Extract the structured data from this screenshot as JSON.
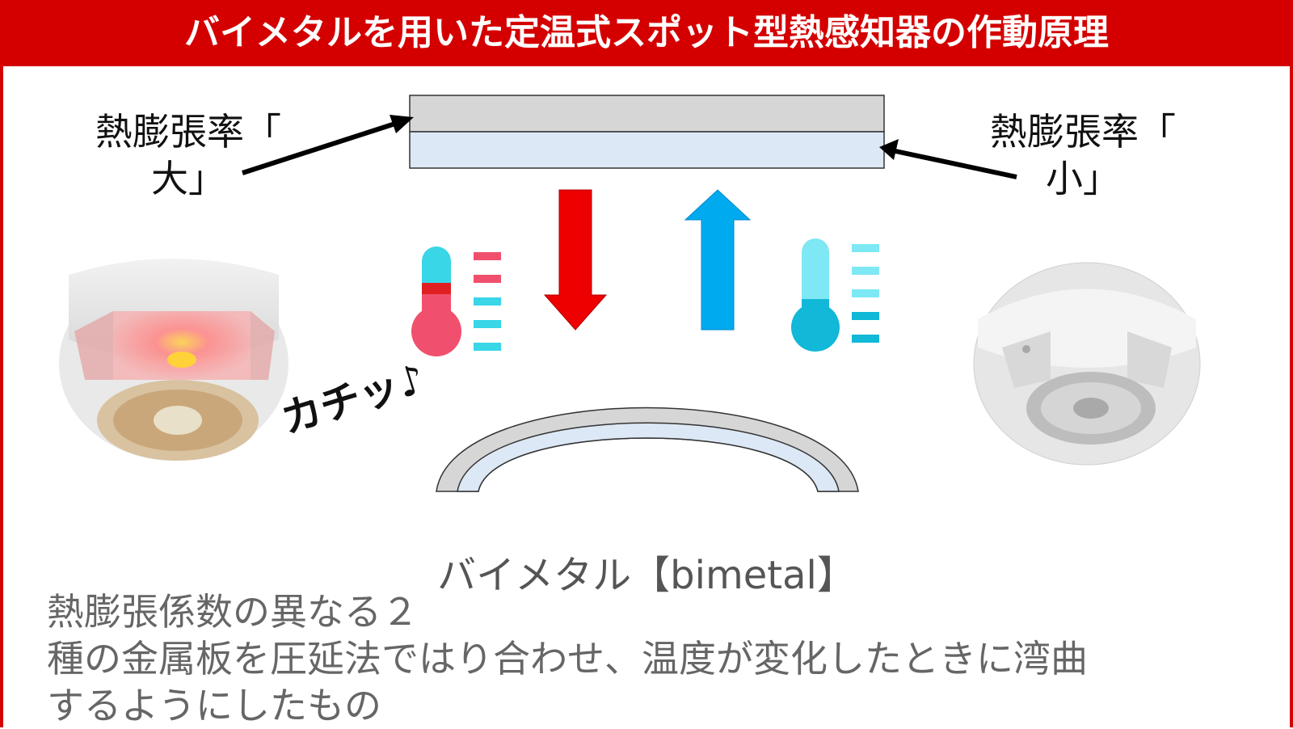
{
  "title": "バイメタルを用いた定温式スポット型熱感知器の作動原理",
  "labels": {
    "left_line1": "熱膨張率「",
    "left_line2": "大」",
    "right_line1": "熱膨張率「",
    "right_line2": "小」"
  },
  "click_sound": "カチッ♪",
  "bimetal_name": "バイメタル【bimetal】",
  "description": "熱膨張係数の異なる２\n種の金属板を圧延法ではり合わせ、温度が変化したときに湾曲\nするようにしたもの",
  "colors": {
    "title_bar": "#d40000",
    "hot_arrow": "#ee0000",
    "cool_arrow": "#00aaee",
    "strip_top": "#d6d6d6",
    "strip_bottom": "#dde8f6"
  },
  "icons": [
    "thermometer-hot-icon",
    "thermometer-cold-icon",
    "heat-detector-active-image",
    "heat-detector-idle-image"
  ]
}
